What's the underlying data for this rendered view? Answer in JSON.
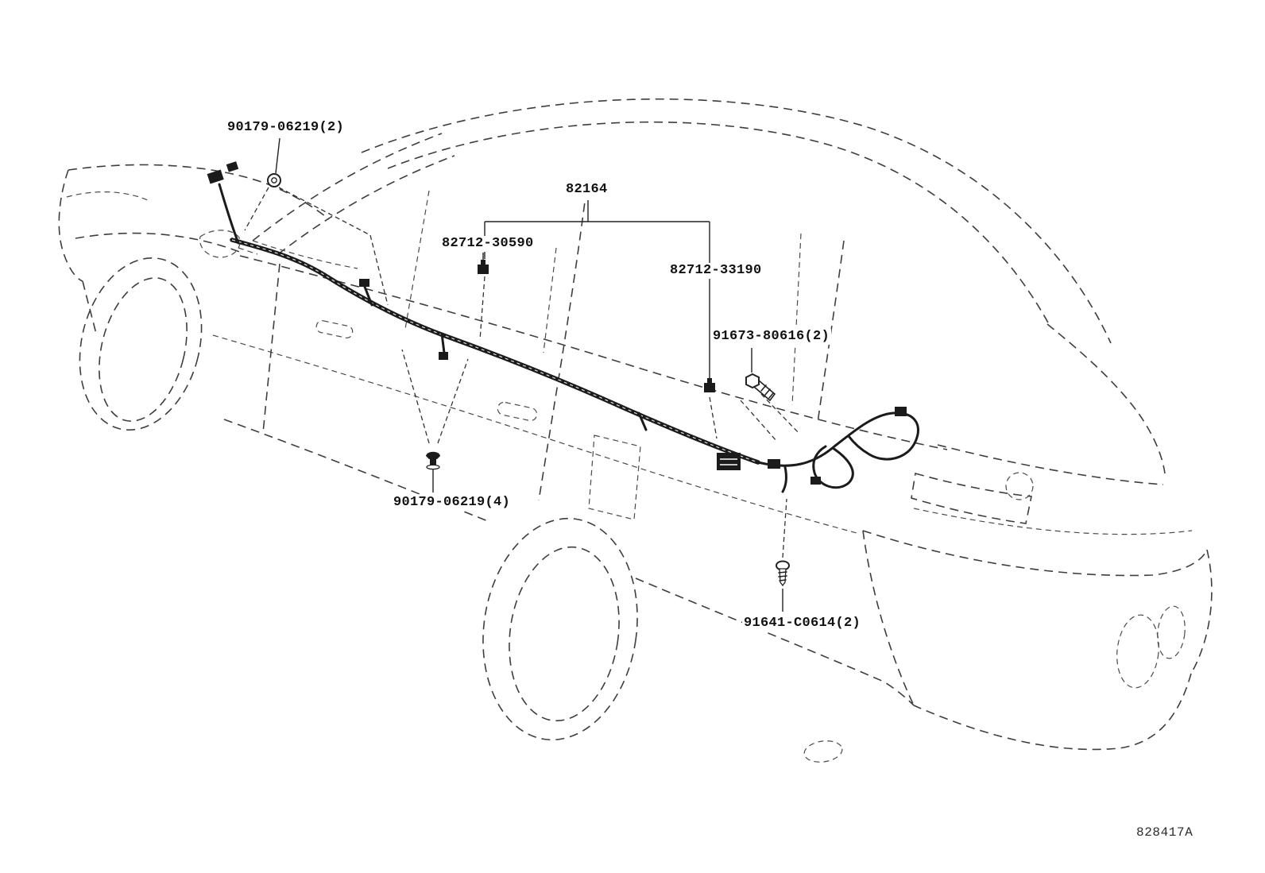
{
  "diagram": {
    "drawing_number": "828417A",
    "parts": [
      {
        "label": "90179-06219(2)",
        "symbol": "grommet-icon"
      },
      {
        "label": "82164",
        "symbol": "harness-bracket"
      },
      {
        "label": "82712-30590",
        "symbol": "wire-clamp-icon"
      },
      {
        "label": "82712-33190",
        "symbol": "wire-clamp-icon"
      },
      {
        "label": "91673-80616(2)",
        "symbol": "screw-icon"
      },
      {
        "label": "90179-06219(4)",
        "symbol": "push-clip-icon"
      },
      {
        "label": "91641-C0614(2)",
        "symbol": "screw-vertical-icon"
      }
    ],
    "colors": {
      "background": "#ffffff",
      "outline": "#3e3e3e",
      "harness": "#1b1b1b"
    }
  }
}
